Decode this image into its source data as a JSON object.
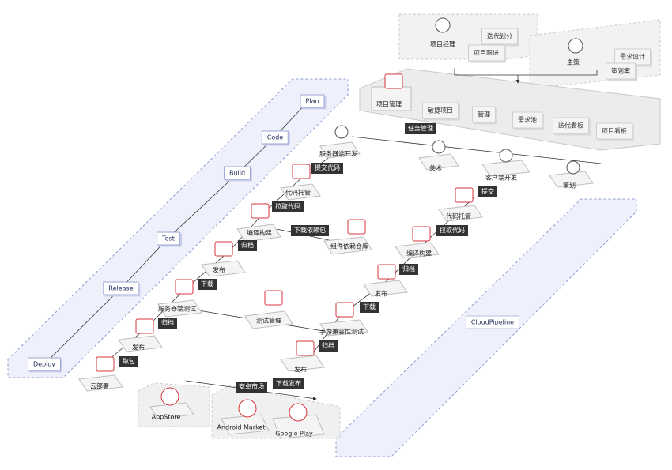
{
  "lanes": [
    "Plan",
    "Code",
    "Build",
    "Test",
    "Release",
    "Deploy"
  ],
  "cloud_pipeline": "CloudPipeline",
  "roles": {
    "project_manager": "项目经理",
    "iteration_plan": "迭代划分",
    "project_track": "项目跟进",
    "lead_planner": "主策",
    "requirement_design": "需求设计",
    "planning_doc": "策划案"
  },
  "project_management": {
    "title": "项目管理",
    "items": [
      "敏捷项目",
      "管理",
      "需求池",
      "迭代看板",
      "项目看板"
    ]
  },
  "team": {
    "task_management": "任务管理",
    "server_dev": "服务器端开发",
    "art": "美术",
    "client_dev": "客户端开发",
    "planner": "策划"
  },
  "server_flow": {
    "submit_code": "提交代码",
    "code_hosting": "代码托管",
    "pull_code": "拉取代码",
    "compile_build": "编译构建",
    "download_deps": "下载依赖包",
    "dep_repo": "组件依赖仓库",
    "archive1": "归档",
    "release1": "发布",
    "download1": "下载",
    "server_test": "服务器端测试",
    "test_management": "测试管理",
    "archive2": "归档",
    "release2": "发布",
    "fetch_pkg": "取包",
    "cloud_deploy": "云部署"
  },
  "client_flow": {
    "submit": "提交",
    "code_hosting": "代码托管",
    "pull_code": "拉取代码",
    "compile_build": "编译构建",
    "archive1": "归档",
    "release1": "发布",
    "download": "下载",
    "mobile_compat_test": "手游兼容性测试",
    "archive2": "归档",
    "release2": "发布",
    "download_release": "下载发布",
    "android_market_tag": "安卓市场"
  },
  "stores": {
    "appstore": "AppStore",
    "android_market": "Android Market",
    "google_play": "Google Play"
  },
  "colors": {
    "accent_red": "#d8343d",
    "lane_blue": "#9aa6d6",
    "panel_gray": "#ececec"
  }
}
